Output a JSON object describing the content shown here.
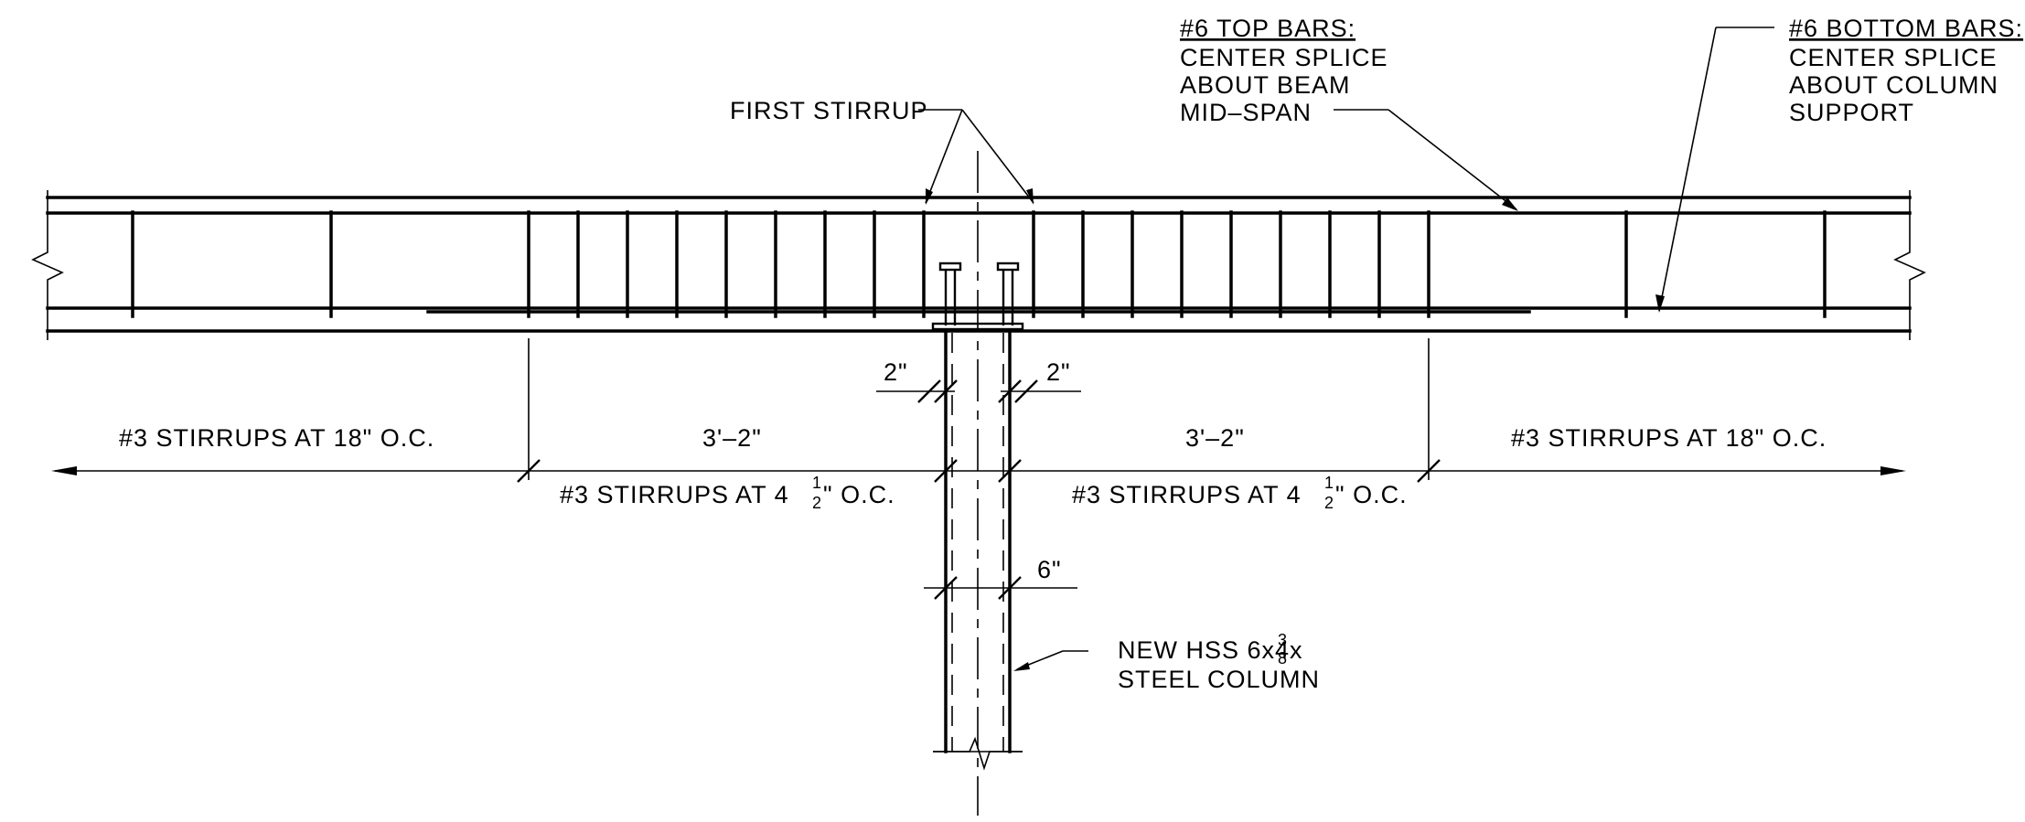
{
  "labels": {
    "first_stirrup": "FIRST STIRRUP",
    "top_bars_title": "#6 TOP BARS:",
    "top_bars_lines": [
      "CENTER SPLICE",
      "ABOUT BEAM",
      "MID–SPAN"
    ],
    "bottom_bars_title": "#6 BOTTOM BARS:",
    "bottom_bars_lines": [
      "CENTER SPLICE",
      "ABOUT COLUMN",
      "SUPPORT"
    ],
    "stirrups_left_outer": "#3 STIRRUPS AT 18\" O.C.",
    "stirrups_right_outer": "#3 STIRRUPS AT 18\" O.C.",
    "dim_left_inner": "3'–2\"",
    "dim_right_inner": "3'–2\"",
    "stirrups_inner_prefix": "#3 STIRRUPS AT 4",
    "frac_num": "1",
    "frac_den": "2",
    "stirrups_inner_suffix": "\" O.C.",
    "dim_edge_left": "2\"",
    "dim_edge_right": "2\"",
    "dim_column_width": "6\"",
    "column_line1_prefix": "NEW HSS 6x4x",
    "column_frac_num": "3",
    "column_frac_den": "8",
    "column_line2": "STEEL COLUMN"
  }
}
